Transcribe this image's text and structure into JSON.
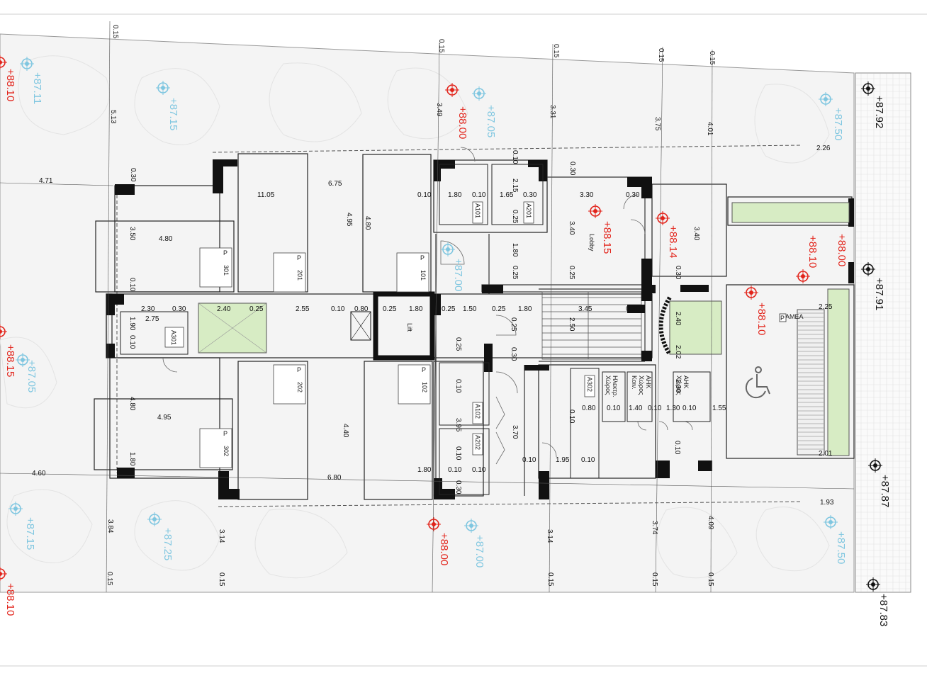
{
  "colors": {
    "wall": "#111111",
    "line": "#444444",
    "level_red": "#e2231a",
    "level_blue": "#7ec6e0",
    "green_area": "#d7ecc4",
    "site_bg": "#f2f2f2",
    "sidewalk_grid": "#e6e6e6"
  },
  "rooms": {
    "lobby": "Lobby",
    "lift": "Lift",
    "amea": "ΑΜΕΑ",
    "elec": [
      "Χώρος",
      "Ηλεκτρ."
    ],
    "ank_a": [
      "Κοιν.",
      "Χώρος",
      "ΑΗΚ"
    ],
    "ank_b": [
      "Χώρος",
      "ΑΗΚ"
    ]
  },
  "parking": [
    {
      "id": "p301",
      "num": "301"
    },
    {
      "id": "p201",
      "num": "201"
    },
    {
      "id": "p101",
      "num": "101"
    },
    {
      "id": "p202",
      "num": "202"
    },
    {
      "id": "p102",
      "num": "102"
    },
    {
      "id": "p302",
      "num": "302"
    }
  ],
  "parking_symbol": "P",
  "storage": [
    "A101",
    "A201",
    "A301",
    "A302",
    "A102",
    "A202"
  ],
  "levels_red": [
    "+88.10",
    "+88.00",
    "+88.15",
    "+88.14",
    "+88.10",
    "+88.00",
    "+88.10",
    "+88.15",
    "+88.00",
    "+88.10"
  ],
  "levels_blue": [
    "+87.11",
    "+87.15",
    "+87.05",
    "+87.50",
    "+87.00",
    "+87.05",
    "+87.15",
    "+87.25",
    "+87.00",
    "+87.50"
  ],
  "levels_black": [
    "+87.92",
    "+87.91",
    "+87.87",
    "+87.83"
  ],
  "dims": [
    "0.15",
    "0.15",
    "0.15",
    "0.15",
    "0.15",
    "5.13",
    "3.49",
    "3.31",
    "3.75",
    "4.01",
    "2.26",
    "4.71",
    "6.75",
    "11.05",
    "0.30",
    "0.30",
    "0.10",
    "1.80",
    "0.10",
    "1.65",
    "0.30",
    "3.30",
    "0.30",
    "2.15",
    "0.25",
    "0.10",
    "3.40",
    "3.40",
    "3.50",
    "4.80",
    "4.95",
    "4.80",
    "1.80",
    "0.25",
    "0.25",
    "0.30",
    "0.10",
    "2.30",
    "0.30",
    "2.40",
    "0.25",
    "2.55",
    "0.10",
    "0.80",
    "0.25",
    "1.80",
    "0.25",
    "1.50",
    "0.25",
    "1.80",
    "3.45",
    "0.30",
    "1.90",
    "2.75",
    "0.10",
    "2.40",
    "2.50",
    "0.25",
    "0.25",
    "0.30",
    "2.02",
    "2.25",
    "0.10",
    "3.95",
    "4.80",
    "4.95",
    "4.40",
    "3.70",
    "0.10",
    "0.80",
    "0.10",
    "1.40",
    "0.10",
    "1.30",
    "0.10",
    "1.55",
    "2.30",
    "0.10",
    "0.30",
    "1.80",
    "0.10",
    "1.80",
    "0.10",
    "0.10",
    "0.10",
    "1.95",
    "0.10",
    "4.60",
    "6.80",
    "2.01",
    "1.93",
    "3.84",
    "3.14",
    "3.14",
    "3.74",
    "4.09",
    "0.15",
    "0.15",
    "0.15",
    "0.15",
    "0.15"
  ]
}
